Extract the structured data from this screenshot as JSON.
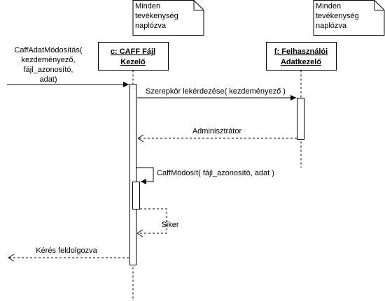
{
  "notes": [
    {
      "id": "note-1",
      "lines": [
        "Minden",
        "tevékenység",
        "naplózva"
      ]
    },
    {
      "id": "note-2",
      "lines": [
        "Minden",
        "tevékenység",
        "naplózva"
      ]
    }
  ],
  "lifelines": [
    {
      "id": "caff",
      "lines": [
        "c: CAFF Fájl",
        "Kezelő"
      ]
    },
    {
      "id": "user",
      "lines": [
        "f: Felhasználói",
        "Adatkezelő"
      ]
    }
  ],
  "messages": {
    "incoming": [
      "CaffAdatMódosítás(",
      "kezdeményező,",
      "fájl_azonosító,",
      "adat)"
    ],
    "role_request": "Szerepkör lekérdezése( kezdeményező )",
    "role_reply": "Adminisztrátor",
    "self_call": "CaffMódosít( fájl_azonosító, adat )",
    "self_reply": "Siker",
    "final_reply": "Kérés feldolgozva"
  },
  "colors": {
    "stroke": "#000000",
    "fill": "#ffffff"
  }
}
